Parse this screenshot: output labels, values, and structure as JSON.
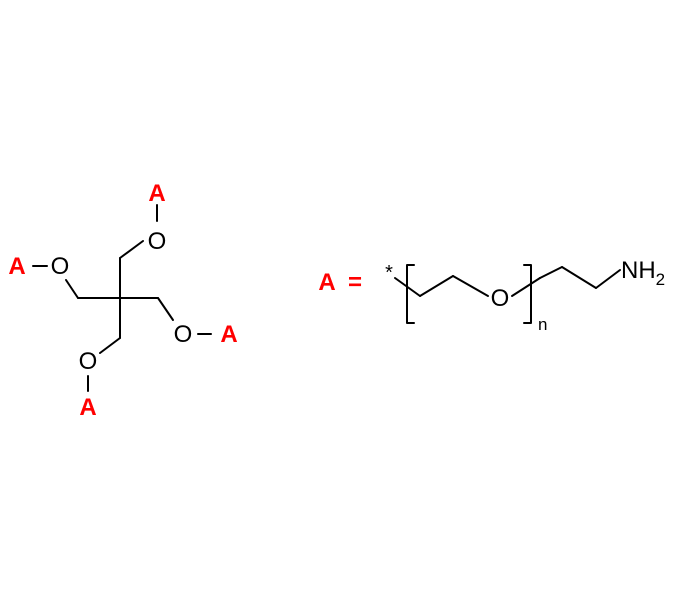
{
  "colors": {
    "group": "#ff0000",
    "bond": "#000000"
  },
  "core": {
    "group_label": "A",
    "oxygen_label": "O"
  },
  "definition": {
    "group_label": "A",
    "equals": "=",
    "star": "*",
    "oxygen_label": "O",
    "repeat_label": "n",
    "amine_label": "NH",
    "amine_subscript": "2"
  }
}
